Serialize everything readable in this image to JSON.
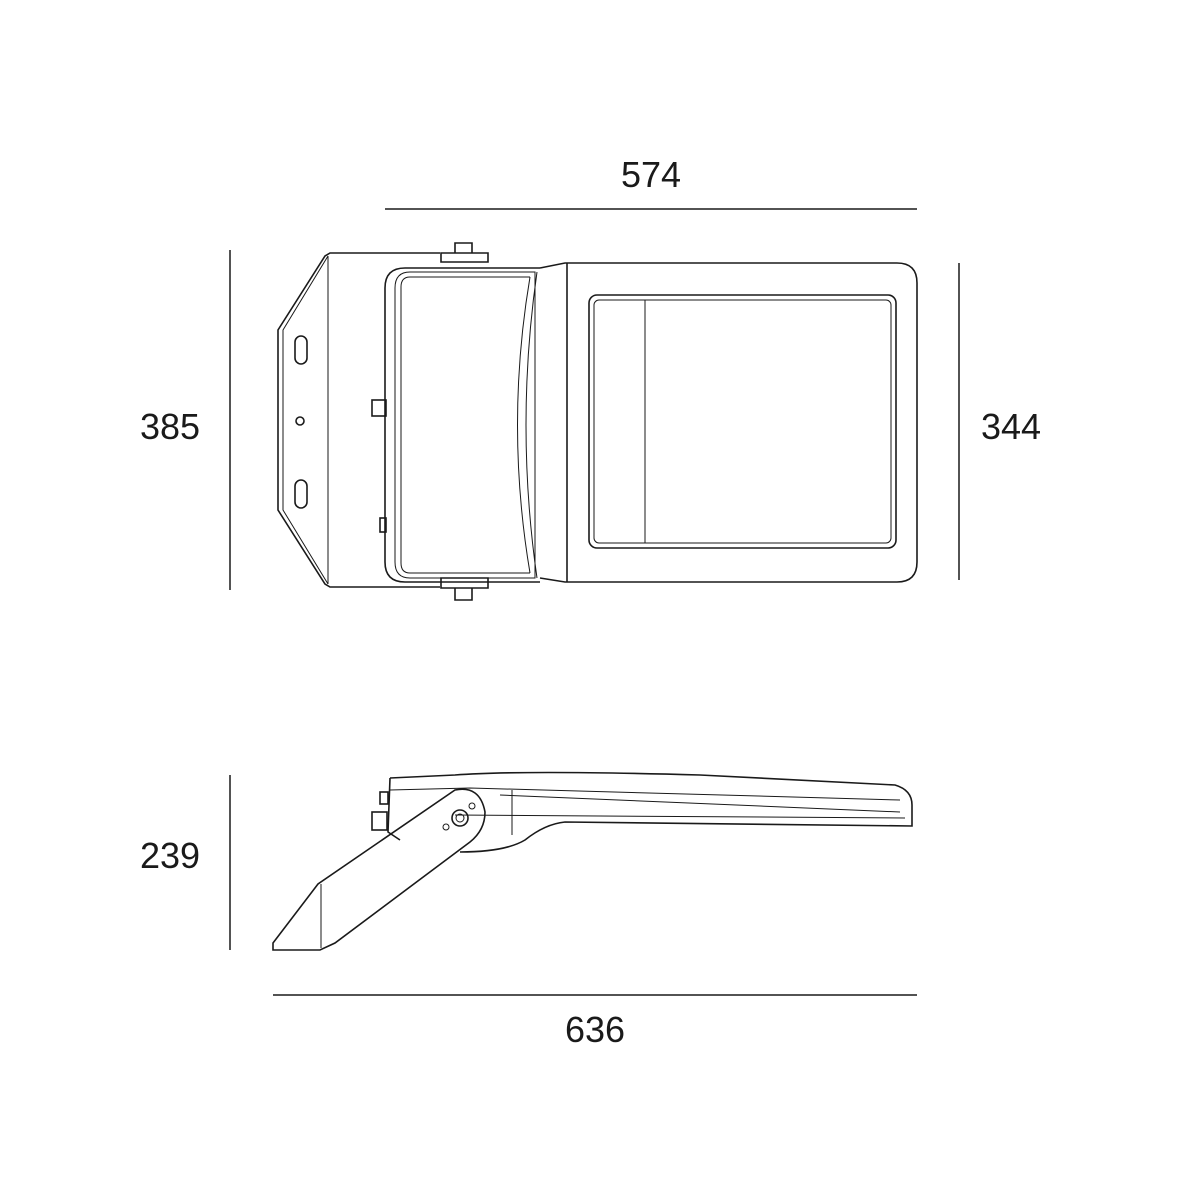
{
  "dimensions": {
    "top_width": "574",
    "top_left_height": "385",
    "top_right_height": "344",
    "side_height": "239",
    "side_width": "636"
  }
}
